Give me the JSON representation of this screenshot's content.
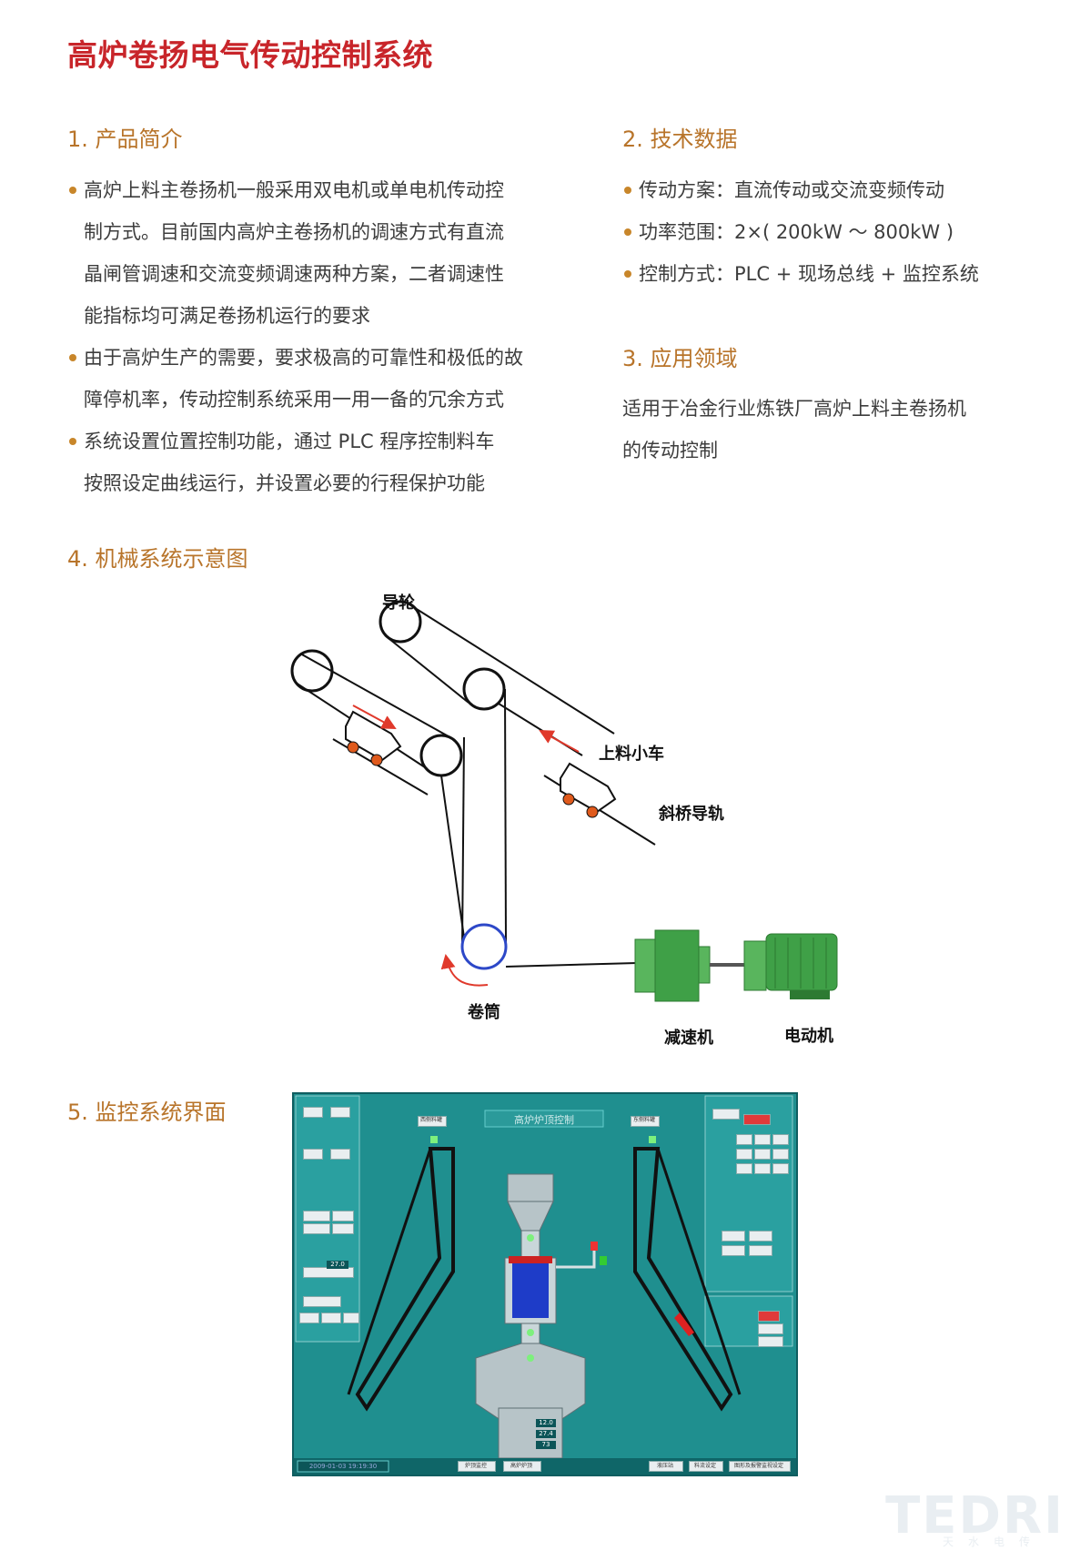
{
  "title": "高炉卷扬电气传动控制系统",
  "sections": {
    "intro": {
      "heading": "1. 产品简介",
      "bullets": [
        [
          "高炉上料主卷扬机一般采用双电机或单电机传动控",
          "制方式。目前国内高炉主卷扬机的调速方式有直流",
          "晶闸管调速和交流变频调速两种方案，二者调速性",
          "能指标均可满足卷扬机运行的要求"
        ],
        [
          "由于高炉生产的需要，要求极高的可靠性和极低的故",
          "障停机率，传动控制系统采用一用一备的冗余方式"
        ],
        [
          "系统设置位置控制功能，通过 PLC 程序控制料车",
          "按照设定曲线运行，并设置必要的行程保护功能"
        ]
      ]
    },
    "tech": {
      "heading": "2. 技术数据",
      "bullets": [
        "传动方案：直流传动或交流变频传动",
        "功率范围：2×( 200kW ～ 800kW )",
        "控制方式：PLC + 现场总线 + 监控系统"
      ]
    },
    "application": {
      "heading": "3. 应用领域",
      "lines": [
        "适用于冶金行业炼铁厂高炉上料主卷扬机",
        "的传动控制"
      ]
    },
    "mechanical": {
      "heading": "4. 机械系统示意图",
      "labels": {
        "guide_wheel": "导轮",
        "feed_car": "上料小车",
        "incline_rail": "斜桥导轨",
        "drum": "卷筒",
        "reducer": "减速机",
        "motor": "电动机"
      }
    },
    "monitor": {
      "heading": "5. 监控系统界面",
      "hmi": {
        "title": "高炉炉顶控制",
        "left_bin": "西侧料罐",
        "right_bin": "东侧料罐",
        "timestamp": "2009-01-03 19:19:30",
        "bottom_buttons": [
          "炉顶监控",
          "高炉炉顶",
          "液压站",
          "料流设定",
          "图形及报警监视设定"
        ],
        "readouts": {
          "angle": "27.0",
          "alpha": "27.4",
          "beta": "73",
          "position": "12.0"
        }
      }
    }
  },
  "logo": {
    "text": "TEDRI",
    "sub": "天水电传"
  },
  "colors": {
    "title": "#c8252a",
    "heading": "#b8742a",
    "bullet": "#c8862a",
    "hmi_bg": "#1f8f8f",
    "motor": "#3fa047"
  }
}
